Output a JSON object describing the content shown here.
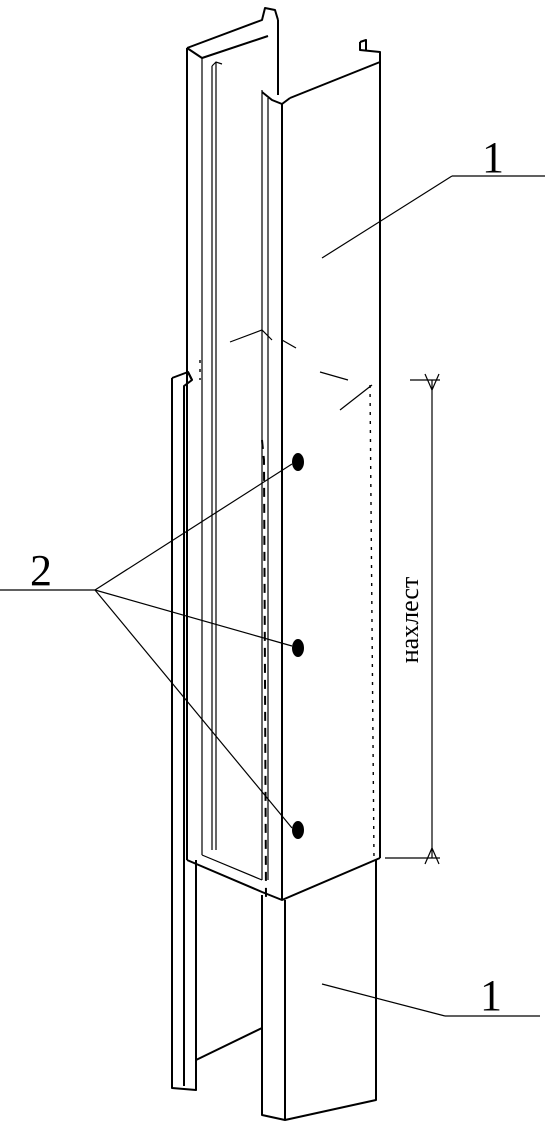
{
  "labels": {
    "upper_profile": "1",
    "lower_profile": "1",
    "fasteners": "2",
    "overlap": "нахлест"
  },
  "colors": {
    "line": "#000000",
    "background": "#ffffff"
  }
}
